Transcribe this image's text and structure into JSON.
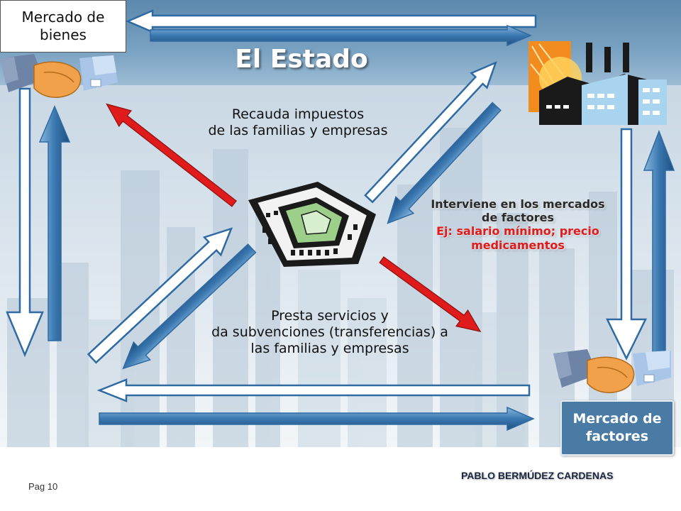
{
  "title": "El Estado",
  "boxes": {
    "bienes_line1": "Mercado de",
    "bienes_line2": "bienes",
    "factores_line1": "Mercado de",
    "factores_line2": "factores"
  },
  "texts": {
    "recauda_line1": "Recauda impuestos",
    "recauda_line2": "de las familias y empresas",
    "presta_line1": "Presta servicios y",
    "presta_line2": "da subvenciones (transferencias) a",
    "presta_line3": "las familias y empresas",
    "intervene_line1": "Interviene en los mercados",
    "intervene_line2": "de factores",
    "intervene_line3": "Ej: salario mínimo; precio",
    "intervene_line4": "medicamentos"
  },
  "footer": {
    "page": "Pag 10",
    "author": "PABLO BERMÚDEZ CARDENAS"
  },
  "colors": {
    "blue_arrow": "#3a78b0",
    "red_arrow": "#e01b1b",
    "white_arrow_outline": "#2f6aa3",
    "factores_box": "#4a7ba4"
  },
  "icons": {
    "top_left": "handshake-icon",
    "top_right": "factory-icon",
    "center": "government-building-icon",
    "bottom_right": "handshake-icon"
  }
}
